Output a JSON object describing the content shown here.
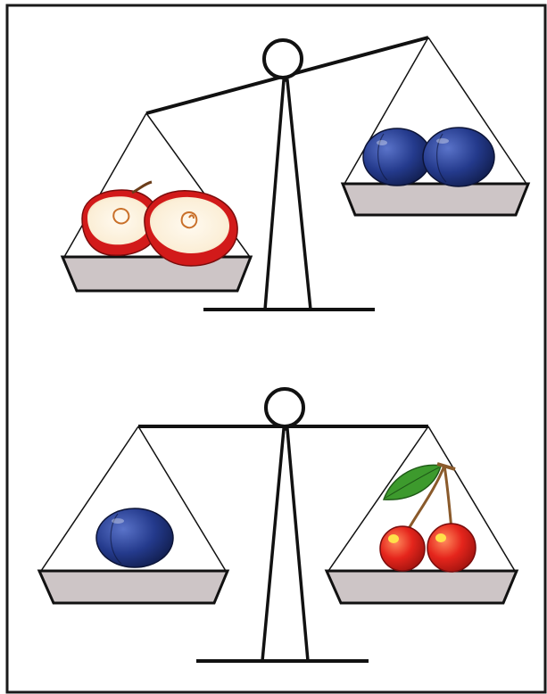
{
  "figure": {
    "border_color": "#1a1a1a",
    "background": "#ffffff"
  },
  "scales": [
    {
      "id": "top",
      "state": "tilted",
      "heavier_side": "left",
      "left_pan": {
        "items": [
          "apple-half",
          "apple-half"
        ]
      },
      "right_pan": {
        "items": [
          "plum",
          "plum"
        ]
      }
    },
    {
      "id": "bottom",
      "state": "balanced",
      "left_pan": {
        "items": [
          "plum"
        ]
      },
      "right_pan": {
        "items": [
          "cherry-pair"
        ]
      }
    }
  ],
  "colors": {
    "line": "#111111",
    "pan_fill": "#cdc5c6",
    "pan_rim": "#111111",
    "apple_red": "#d21a1a",
    "apple_flesh": "#fff6e6",
    "plum_blue": "#243a8c",
    "cherry_red": "#e5251c",
    "leaf_green": "#3d9a2d",
    "stem_brown": "#8a5a2b"
  }
}
